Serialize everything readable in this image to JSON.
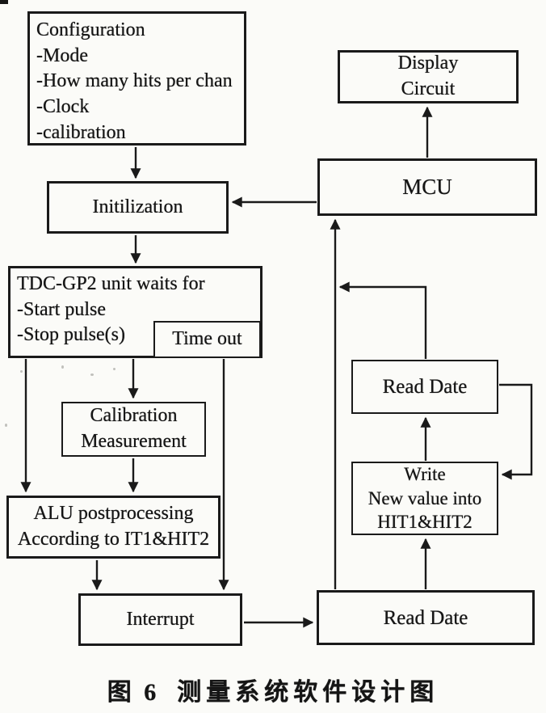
{
  "figure": {
    "caption_label": "图 6",
    "caption_title": "测量系统软件设计图"
  },
  "colors": {
    "ink": "#1a1a1a",
    "paper": "#fbfbf8"
  },
  "nodes": {
    "config": {
      "lines": [
        "Configuration",
        "-Mode",
        "-How many hits per chan",
        "-Clock",
        "-calibration"
      ]
    },
    "init": {
      "label": "Initilization"
    },
    "tdc": {
      "lines": [
        "TDC-GP2 unit waits for",
        "-Start pulse",
        "-Stop pulse(s)"
      ]
    },
    "timeout": {
      "label": "Time out"
    },
    "calibration": {
      "lines": [
        "Calibration",
        "Measurement"
      ]
    },
    "alu": {
      "lines": [
        "ALU postprocessing",
        "According to IT1&HIT2"
      ]
    },
    "interrupt": {
      "label": "Interrupt"
    },
    "display": {
      "lines": [
        "Display",
        "Circuit"
      ]
    },
    "mcu": {
      "label": "MCU"
    },
    "read_top": {
      "label": "Read Date"
    },
    "write": {
      "lines": [
        "Write",
        "New value into",
        "HIT1&HIT2"
      ]
    },
    "read_bottom": {
      "label": "Read Date"
    }
  }
}
